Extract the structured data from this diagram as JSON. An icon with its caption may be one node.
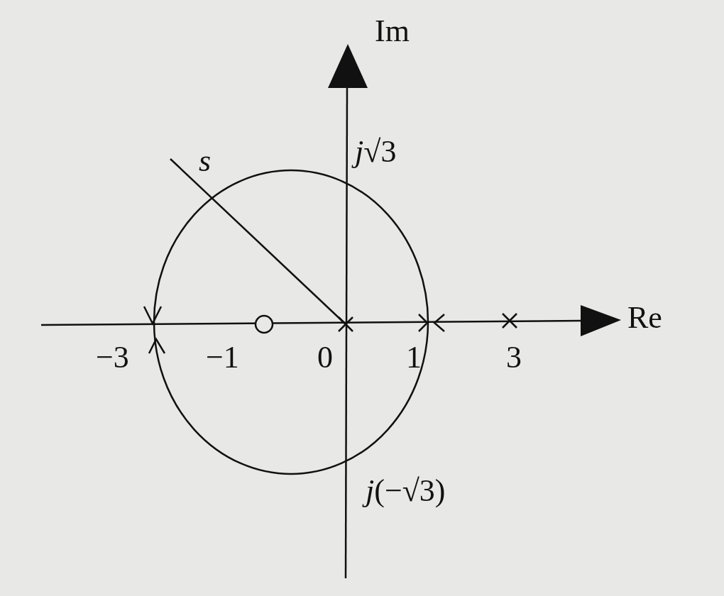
{
  "diagram": {
    "labels": [
      "Im",
      "*j*√3",
      "s",
      "Re",
      "−3",
      "−1",
      "0",
      "1",
      "3",
      "*j*(−√3)"
    ]
  }
}
